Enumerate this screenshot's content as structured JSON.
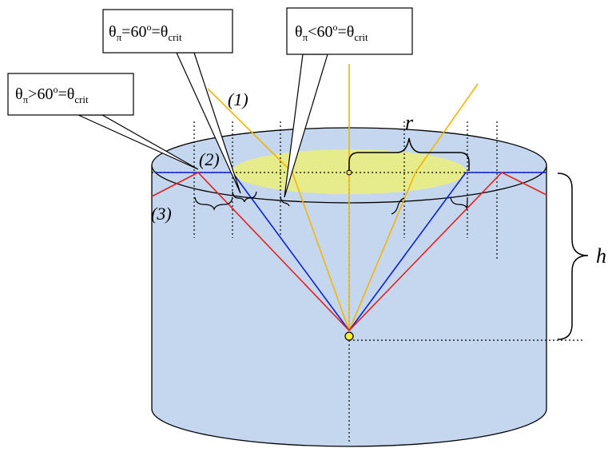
{
  "colors": {
    "cylinder_fill": "#c5d7ee",
    "cylinder_stroke": "#000000",
    "glow_fill": "#e6ec8c",
    "ray1": "#f5b400",
    "ray2": "#0b1fd1",
    "ray3": "#e32020",
    "source_fill": "#ffee33",
    "guide": "#000000"
  },
  "callouts": {
    "greater": {
      "theta": "θ",
      "pi": "π",
      "rel": ">60",
      "deg": "o",
      "eq": "=θ",
      "crit": "crit"
    },
    "equal": {
      "theta": "θ",
      "pi": "π",
      "rel": "=60",
      "deg": "o",
      "eq": "=θ",
      "crit": "crit"
    },
    "less": {
      "theta": "θ",
      "pi": "π",
      "rel": "<60",
      "deg": "o",
      "eq": "=θ",
      "crit": "crit"
    }
  },
  "labels": {
    "ray1": "(1)",
    "ray2": "(2)",
    "ray3": "(3)",
    "radius": "r",
    "height": "h"
  }
}
